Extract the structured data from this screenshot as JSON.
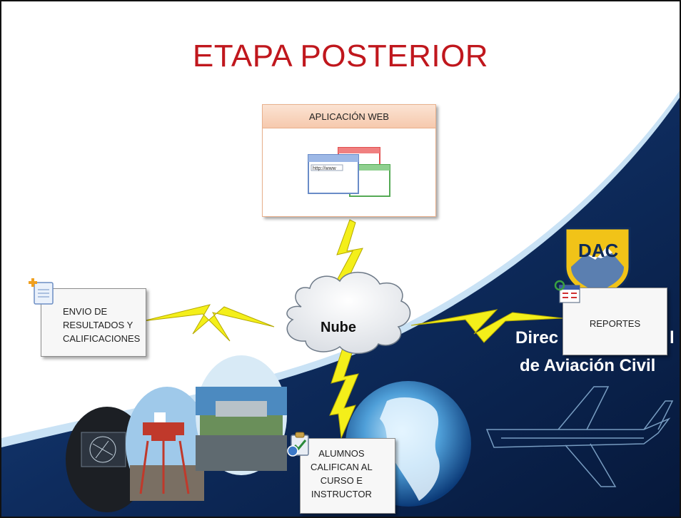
{
  "slide": {
    "title": "ETAPA POSTERIOR"
  },
  "nodes": {
    "web_app": {
      "label": "APLICACIÓN WEB",
      "browser_url": "http://www"
    },
    "cloud": {
      "label": "Nube"
    },
    "results": {
      "lines": [
        "ENVIO DE",
        "RESULTADOS Y",
        "CALIFICACIONES"
      ]
    },
    "reports": {
      "label": "REPORTES"
    },
    "students": {
      "lines": [
        "ALUMNOS",
        "CALIFICAN AL",
        "CURSO E",
        "INSTRUCTOR"
      ]
    }
  },
  "background": {
    "logo_text": "DAC",
    "org_name_line1": "Direc",
    "org_name_line1_end": "l",
    "org_name_line2": "de Aviación Civil"
  },
  "colors": {
    "title": "#c0171d",
    "navy": "#0e2c5e",
    "lightning": "#f4ef1a",
    "box_border": "#8c8c8c"
  },
  "icons": [
    "browser-windows-icon",
    "document-add-icon",
    "report-table-icon",
    "survey-clipboard-icon",
    "cloud-icon",
    "lightning-icon"
  ]
}
